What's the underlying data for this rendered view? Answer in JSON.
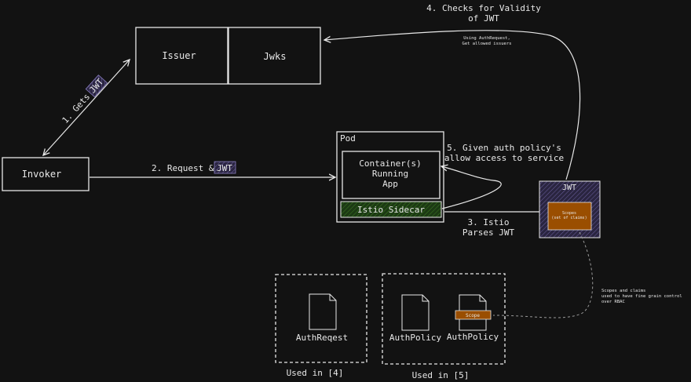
{
  "nodes": {
    "issuer": "Issuer",
    "jwks": "Jwks",
    "invoker": "Invoker",
    "pod": "Pod",
    "container_line1": "Container(s)",
    "container_line2": "Running",
    "container_line3": "App",
    "sidecar": "Istio Sidecar",
    "jwt_box": "JWT",
    "scopes_line1": "Scopes",
    "scopes_line2": "(set of claims)",
    "auth_request": "AuthReqest",
    "auth_policy_1": "AuthPolicy",
    "auth_policy_2": "AuthPolicy",
    "scope_tag": "Scope"
  },
  "arrows": {
    "step1_text": "1. Gets",
    "step1_tag": "JWT",
    "step2_text": "2. Request &",
    "step2_tag": "JWT",
    "step3_line1": "3. Istio",
    "step3_line2": "Parses JWT",
    "step4_line1": "4. Checks for Validity",
    "step4_line2": "of JWT",
    "step4_note1": "Using AuthRequest,",
    "step4_note2": "Get allowed issuers",
    "step5_line1": "5. Given auth policy's",
    "step5_line2": "allow access to service"
  },
  "notes": {
    "claims_line1": "Scopes and claims",
    "claims_line2": "used to have fine grain control",
    "claims_line3": "over RBAC"
  },
  "groups": {
    "used_in_4": "Used in [4]",
    "used_in_5": "Used in [5]"
  },
  "colors": {
    "background": "#121212",
    "stroke": "#e8e8e8",
    "jwt_fill": "#2a2540",
    "sidecar_fill": "#1c3a14",
    "scope_fill": "#9a4e00"
  }
}
